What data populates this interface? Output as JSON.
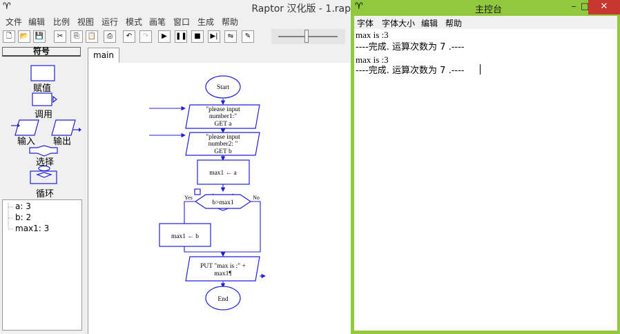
{
  "raptor": {
    "title": "Raptor 汉化版 - 1.rap",
    "menu": [
      "文件",
      "编辑",
      "比例",
      "视图",
      "运行",
      "模式",
      "画笔",
      "窗口",
      "生成",
      "帮助"
    ],
    "toolbar": [
      {
        "name": "new-file-icon",
        "glyph": "🗋"
      },
      {
        "name": "open-file-icon",
        "glyph": "📂"
      },
      {
        "name": "save-icon",
        "glyph": "💾"
      },
      {
        "name": "cut-icon",
        "glyph": "✂"
      },
      {
        "name": "copy-icon",
        "glyph": "⎘"
      },
      {
        "name": "paste-icon",
        "glyph": "📋"
      },
      {
        "name": "print-icon",
        "glyph": "⎙"
      },
      {
        "name": "undo-icon",
        "glyph": "↶"
      },
      {
        "name": "redo-icon",
        "glyph": "↷"
      },
      {
        "name": "run-icon",
        "glyph": "▶"
      },
      {
        "name": "pause-icon",
        "glyph": "❚❚"
      },
      {
        "name": "stop-icon",
        "glyph": "■"
      },
      {
        "name": "step-icon",
        "glyph": "▶|"
      },
      {
        "name": "test-icon",
        "glyph": "⇋"
      },
      {
        "name": "pen-icon",
        "glyph": "✎"
      }
    ],
    "slider_value": 0.48,
    "symbols": {
      "header": "符号",
      "assign": "赋值",
      "call": "调用",
      "input": "输入",
      "output": "输出",
      "select": "选择",
      "loop": "循环"
    },
    "variables": [
      "a: 3",
      "b: 2",
      "max1: 3"
    ],
    "tab": "main",
    "flowchart": {
      "start": "Start",
      "input1_line1": "\"please input",
      "input1_line2": "number1:\"",
      "input1_line3": "GET a",
      "input2_line1": "\"please input",
      "input2_line2": "number2: \"",
      "input2_line3": "GET b",
      "assign1": "max1 ← a",
      "condition": "b>max1",
      "yes": "Yes",
      "no": "No",
      "assign2": "max1 ← b",
      "output_line1": "PUT \"max is :\" +",
      "output_line2": "max1¶",
      "end": "End"
    }
  },
  "console": {
    "title": "主控台",
    "menu": [
      "字体",
      "字体大小",
      "编辑",
      "帮助"
    ],
    "lines": [
      "max is :3",
      "----完成. 运算次数为  7 .----",
      "max is :3",
      "----完成. 运算次数为  7 .----"
    ],
    "min_glyph": "–",
    "max_glyph": "□",
    "close_glyph": "✕"
  },
  "colors": {
    "console_frame": "#92c83e",
    "flowchart_stroke": "#1f1fd6",
    "close_button": "#c7372f"
  }
}
